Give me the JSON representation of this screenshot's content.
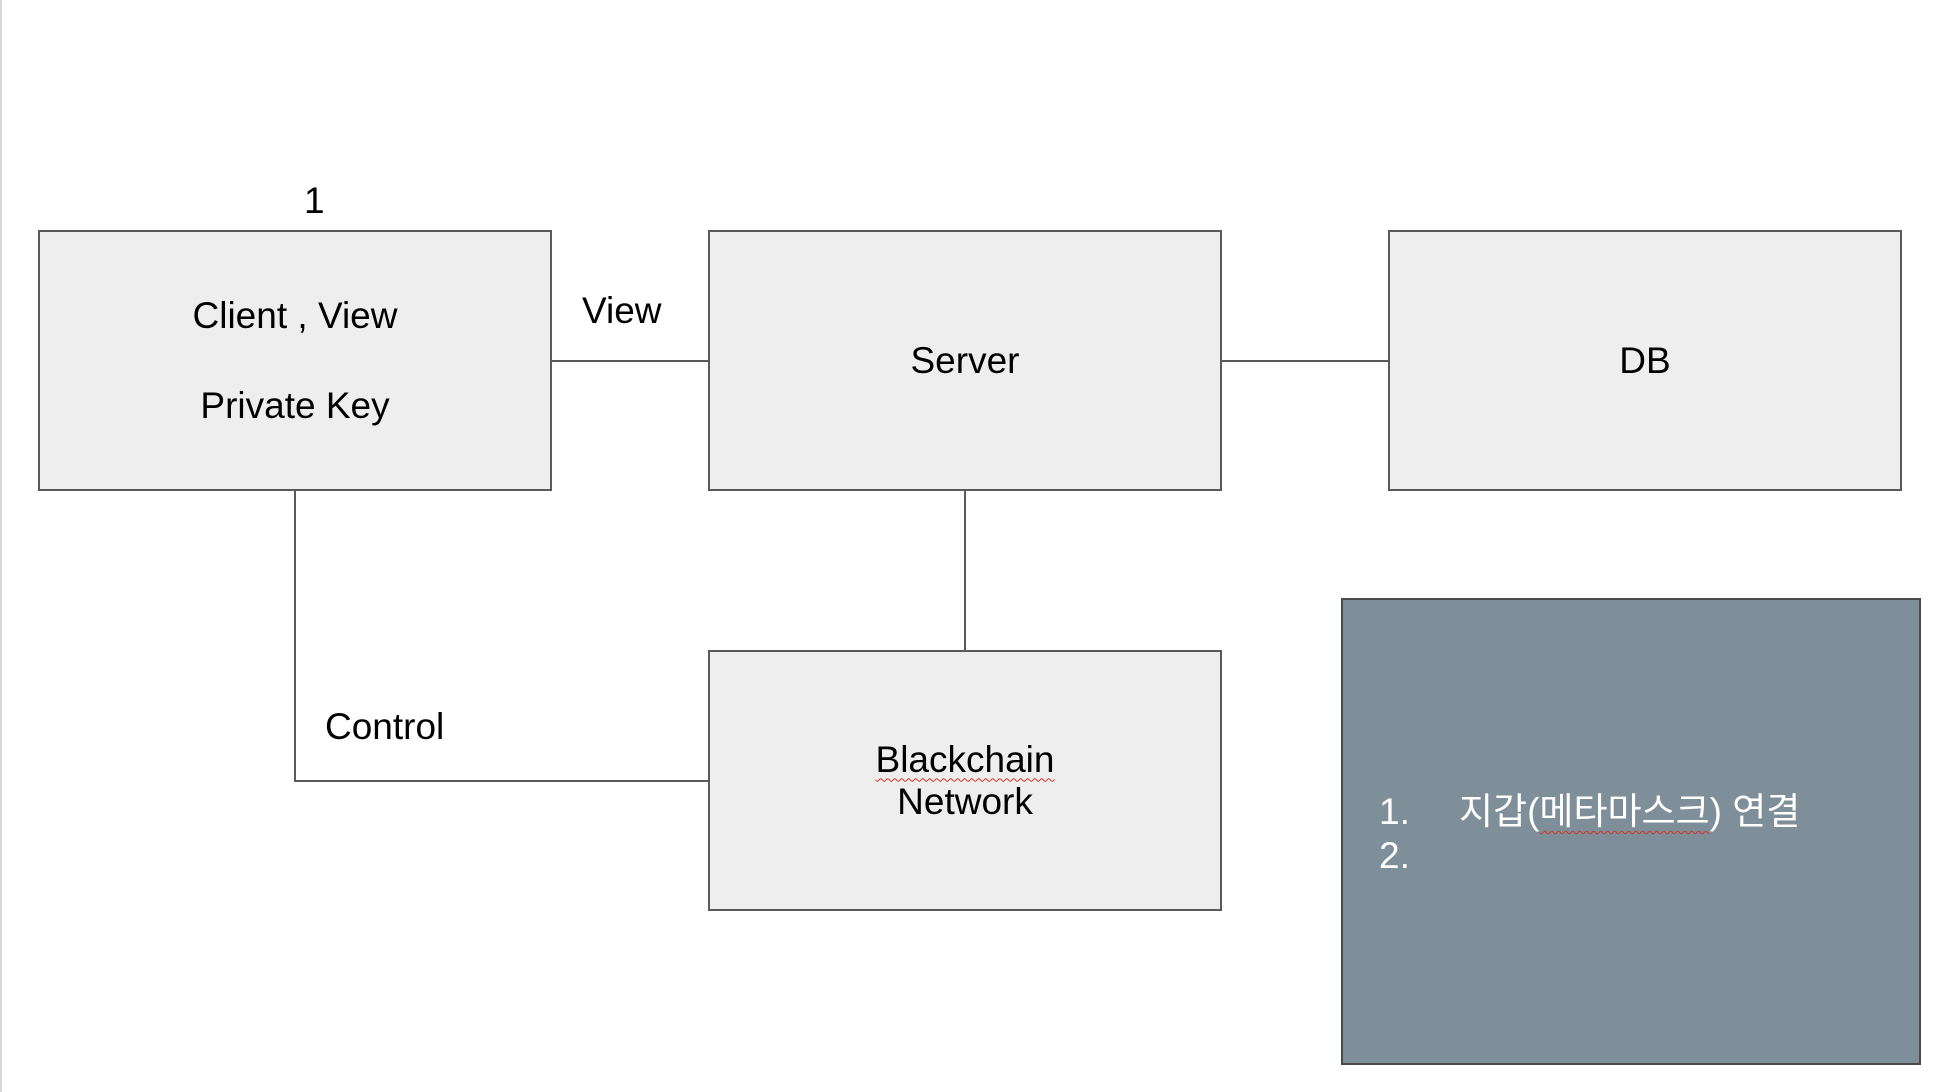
{
  "diagram": {
    "nodes": {
      "client": {
        "line1": "Client , View",
        "line2": "Private Key"
      },
      "server": {
        "label": "Server"
      },
      "db": {
        "label": "DB"
      },
      "chain": {
        "word1": "Blackchain",
        "word2": " Network"
      }
    },
    "labels": {
      "number": "1",
      "view": "View",
      "control": "Control"
    },
    "edges": [
      {
        "from": "client",
        "to": "server",
        "label": "View"
      },
      {
        "from": "server",
        "to": "db",
        "label": ""
      },
      {
        "from": "server",
        "to": "chain",
        "label": ""
      },
      {
        "from": "client",
        "to": "chain",
        "label": "Control"
      }
    ]
  },
  "notes": {
    "items": [
      {
        "num": "1.",
        "prefix": "지갑(",
        "underlined": "메타마스크",
        "suffix": ") 연결"
      },
      {
        "num": "2.",
        "prefix": "",
        "underlined": "",
        "suffix": ""
      }
    ]
  },
  "colors": {
    "node_fill": "#eeeeee",
    "node_border": "#595959",
    "notes_fill": "#7f8f9a",
    "spellcheck_underline": "#d93025"
  }
}
